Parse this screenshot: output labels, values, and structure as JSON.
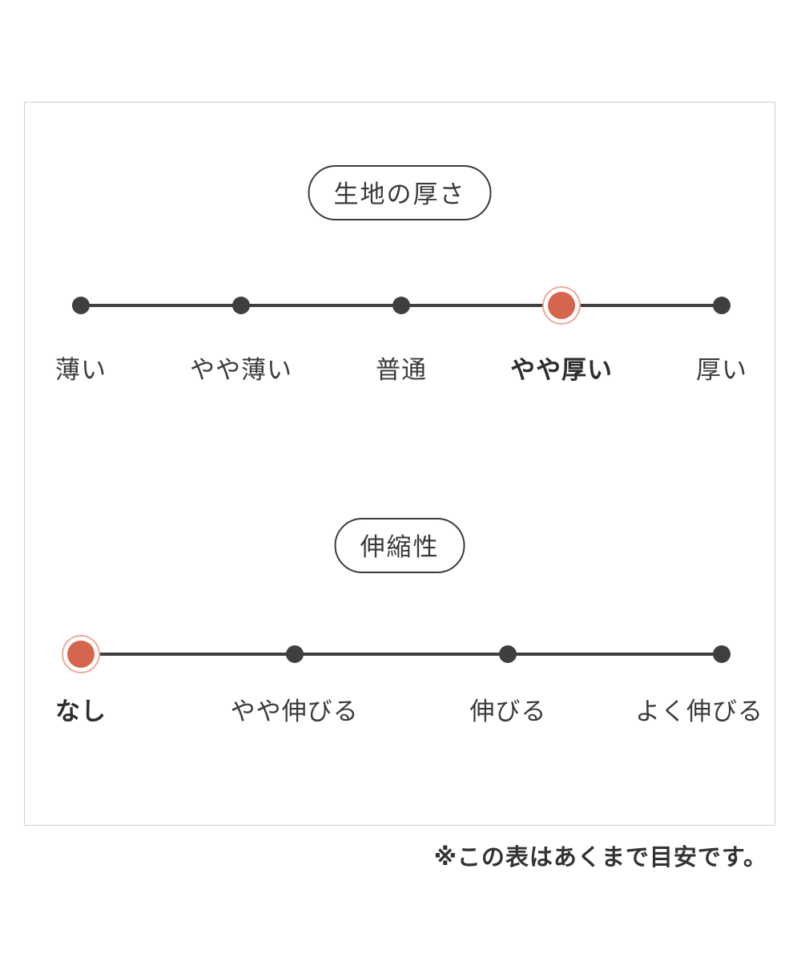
{
  "colors": {
    "accent": "#d6654e",
    "accent_halo": "#ecab9d",
    "line": "#3f3f3f"
  },
  "thickness": {
    "title": "生地の厚さ",
    "options": [
      {
        "label": "薄い",
        "selected": false
      },
      {
        "label": "やや薄い",
        "selected": false
      },
      {
        "label": "普通",
        "selected": false
      },
      {
        "label": "やや厚い",
        "selected": true
      },
      {
        "label": "厚い",
        "selected": false
      }
    ]
  },
  "stretch": {
    "title": "伸縮性",
    "options": [
      {
        "label": "なし",
        "selected": true
      },
      {
        "label": "やや伸びる",
        "selected": false
      },
      {
        "label": "伸びる",
        "selected": false
      },
      {
        "label": "よく伸びる",
        "selected": false
      }
    ]
  },
  "note": "※この表はあくまで目安です。"
}
